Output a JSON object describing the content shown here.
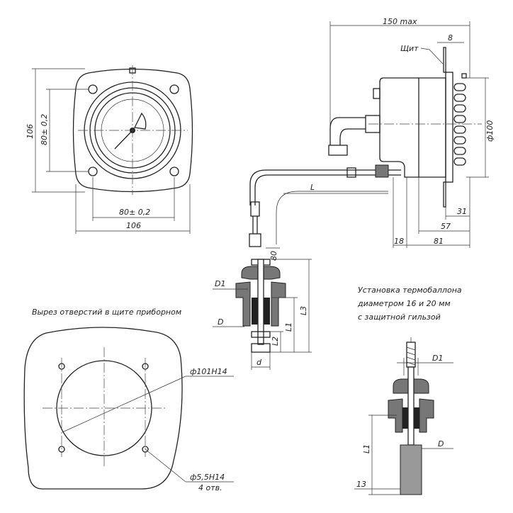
{
  "front_view": {
    "dim_height_outer": "106",
    "dim_height_holes": "80± 0,2",
    "dim_width_holes": "80± 0,2",
    "dim_width_outer": "106"
  },
  "side_view": {
    "dim_total_length": "150 max",
    "dim_panel_thickness": "8",
    "panel_label": "Щит",
    "dim_diameter": "ф100",
    "dim_capillary": "L",
    "dim_31": "31",
    "dim_57": "57",
    "dim_81": "81",
    "dim_18": "18",
    "dim_80": "80"
  },
  "bulb_view": {
    "label_d1": "D1",
    "label_d": "D",
    "label_l1": "L1",
    "label_l2": "L2",
    "label_l3": "L3",
    "label_small_d": "d"
  },
  "cutout_view": {
    "title": "Вырез отверстий в щите приборном",
    "dim_center_hole": "ф101H14",
    "dim_mount_holes": "ф5,5H14",
    "mount_holes_count": "4 отв."
  },
  "sleeve_view": {
    "title_line1": "Установка термобаллона",
    "title_line2": "диаметром 16 и 20 мм",
    "title_line3": "с защитной гильзой",
    "label_d1": "D1",
    "label_d": "D",
    "label_l1": "L1",
    "dim_13": "13"
  }
}
